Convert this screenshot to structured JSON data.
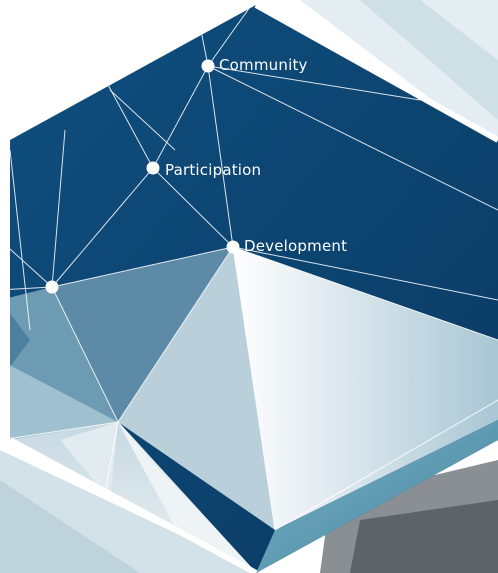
{
  "labels": {
    "community": "Community",
    "participation": "Participation",
    "development": "Development"
  },
  "colors": {
    "navy": "#0e4a78",
    "navy_dark": "#0a3d66",
    "teal": "#4f8fa8",
    "light": "#dbe6ec",
    "white": "#ffffff"
  }
}
